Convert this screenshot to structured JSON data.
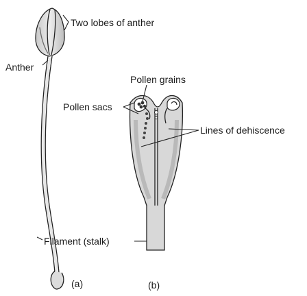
{
  "labels": {
    "two_lobes": "Two lobes of anther",
    "anther": "Anther",
    "pollen_grains": "Pollen grains",
    "pollen_sacs": "Pollen sacs",
    "lines_of_dehiscence": "Lines of dehiscence",
    "filament": "Filament (stalk)"
  },
  "captions": {
    "a": "(a)",
    "b": "(b)"
  },
  "colors": {
    "fill": "#dcdcdc",
    "shade": "#b8b8b8",
    "line": "#222222"
  }
}
